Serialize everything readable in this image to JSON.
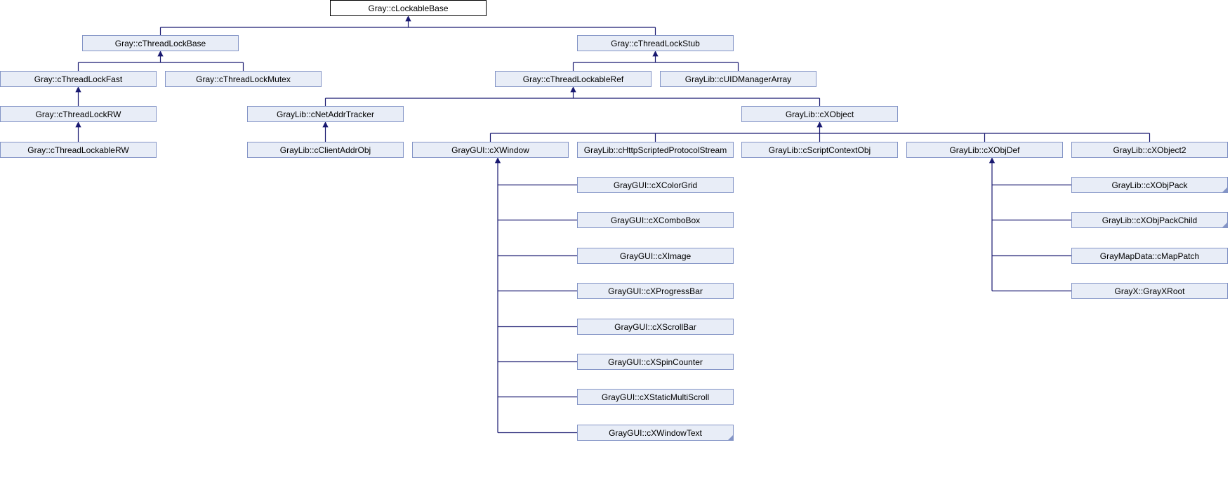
{
  "diagram": {
    "nodes": [
      {
        "id": "cLockableBase",
        "label": "Gray::cLockableBase",
        "root": true
      },
      {
        "id": "cThreadLockBase",
        "label": "Gray::cThreadLockBase"
      },
      {
        "id": "cThreadLockStub",
        "label": "Gray::cThreadLockStub"
      },
      {
        "id": "cThreadLockFast",
        "label": "Gray::cThreadLockFast"
      },
      {
        "id": "cThreadLockMutex",
        "label": "Gray::cThreadLockMutex"
      },
      {
        "id": "cThreadLockableRef",
        "label": "Gray::cThreadLockableRef"
      },
      {
        "id": "cUIDManagerArray",
        "label": "GrayLib::cUIDManagerArray"
      },
      {
        "id": "cThreadLockRW",
        "label": "Gray::cThreadLockRW"
      },
      {
        "id": "cNetAddrTracker",
        "label": "GrayLib::cNetAddrTracker"
      },
      {
        "id": "cXObject",
        "label": "GrayLib::cXObject"
      },
      {
        "id": "cThreadLockableRW",
        "label": "Gray::cThreadLockableRW"
      },
      {
        "id": "cClientAddrObj",
        "label": "GrayLib::cClientAddrObj"
      },
      {
        "id": "cXWindow",
        "label": "GrayGUI::cXWindow"
      },
      {
        "id": "cHttpScriptedProtocolStream",
        "label": "GrayLib::cHttpScriptedProtocolStream"
      },
      {
        "id": "cScriptContextObj",
        "label": "GrayLib::cScriptContextObj"
      },
      {
        "id": "cXObjDef",
        "label": "GrayLib::cXObjDef"
      },
      {
        "id": "cXObject2",
        "label": "GrayLib::cXObject2"
      },
      {
        "id": "cXColorGrid",
        "label": "GrayGUI::cXColorGrid"
      },
      {
        "id": "cXComboBox",
        "label": "GrayGUI::cXComboBox"
      },
      {
        "id": "cXImage",
        "label": "GrayGUI::cXImage"
      },
      {
        "id": "cXProgressBar",
        "label": "GrayGUI::cXProgressBar"
      },
      {
        "id": "cXScrollBar",
        "label": "GrayGUI::cXScrollBar"
      },
      {
        "id": "cXSpinCounter",
        "label": "GrayGUI::cXSpinCounter"
      },
      {
        "id": "cXStaticMultiScroll",
        "label": "GrayGUI::cXStaticMultiScroll"
      },
      {
        "id": "cXWindowText",
        "label": "GrayGUI::cXWindowText",
        "folded": true
      },
      {
        "id": "cXObjPack",
        "label": "GrayLib::cXObjPack",
        "folded": true
      },
      {
        "id": "cXObjPackChild",
        "label": "GrayLib::cXObjPackChild",
        "folded": true
      },
      {
        "id": "cMapPatch",
        "label": "GrayMapData::cMapPatch"
      },
      {
        "id": "GrayXRoot",
        "label": "GrayX::GrayXRoot"
      }
    ],
    "edges": [
      {
        "parent": "cLockableBase",
        "child": "cThreadLockBase"
      },
      {
        "parent": "cLockableBase",
        "child": "cThreadLockStub"
      },
      {
        "parent": "cThreadLockBase",
        "child": "cThreadLockFast"
      },
      {
        "parent": "cThreadLockBase",
        "child": "cThreadLockMutex"
      },
      {
        "parent": "cThreadLockStub",
        "child": "cThreadLockableRef"
      },
      {
        "parent": "cThreadLockStub",
        "child": "cUIDManagerArray"
      },
      {
        "parent": "cThreadLockFast",
        "child": "cThreadLockRW"
      },
      {
        "parent": "cThreadLockableRef",
        "child": "cNetAddrTracker"
      },
      {
        "parent": "cThreadLockableRef",
        "child": "cXObject"
      },
      {
        "parent": "cThreadLockRW",
        "child": "cThreadLockableRW"
      },
      {
        "parent": "cNetAddrTracker",
        "child": "cClientAddrObj"
      },
      {
        "parent": "cXObject",
        "child": "cXWindow"
      },
      {
        "parent": "cXObject",
        "child": "cHttpScriptedProtocolStream"
      },
      {
        "parent": "cXObject",
        "child": "cScriptContextObj"
      },
      {
        "parent": "cXObject",
        "child": "cXObjDef"
      },
      {
        "parent": "cXObject",
        "child": "cXObject2"
      },
      {
        "parent": "cXWindow",
        "child": "cXColorGrid"
      },
      {
        "parent": "cXWindow",
        "child": "cXComboBox"
      },
      {
        "parent": "cXWindow",
        "child": "cXImage"
      },
      {
        "parent": "cXWindow",
        "child": "cXProgressBar"
      },
      {
        "parent": "cXWindow",
        "child": "cXScrollBar"
      },
      {
        "parent": "cXWindow",
        "child": "cXSpinCounter"
      },
      {
        "parent": "cXWindow",
        "child": "cXStaticMultiScroll"
      },
      {
        "parent": "cXWindow",
        "child": "cXWindowText"
      },
      {
        "parent": "cXObjDef",
        "child": "cXObjPack"
      },
      {
        "parent": "cXObjDef",
        "child": "cXObjPackChild"
      },
      {
        "parent": "cXObjDef",
        "child": "cMapPatch"
      },
      {
        "parent": "cXObjDef",
        "child": "GrayXRoot"
      }
    ]
  }
}
